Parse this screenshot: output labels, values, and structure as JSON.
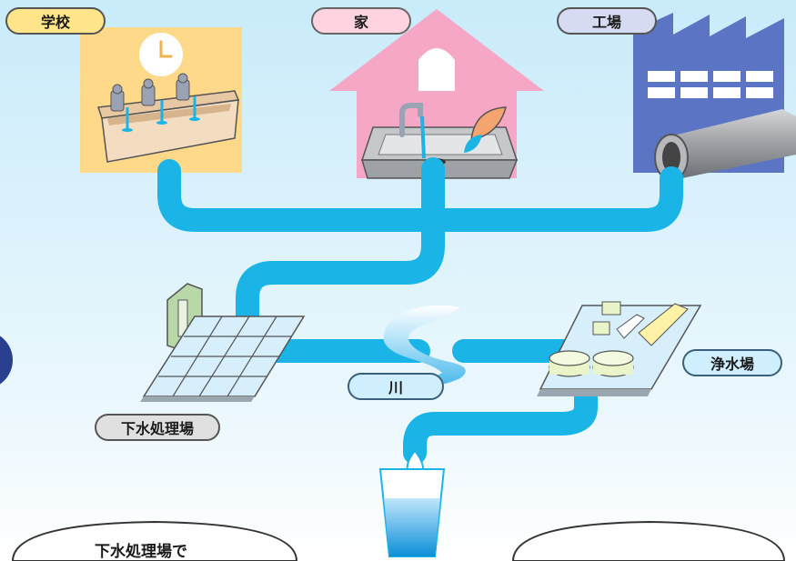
{
  "labels": {
    "school": "学校",
    "home": "家",
    "factory": "工場",
    "sewage_plant": "下水処理場",
    "river": "川",
    "water_plant": "浄水場"
  },
  "bubbles": {
    "left_text": "下水処理場で",
    "right_text": ""
  },
  "colors": {
    "background": "#d8f0fb",
    "pipe": "#1bb4e6",
    "school_bg": "#ffd98a",
    "home_bg": "#f7a7c6",
    "factory_bg": "#5b74c4"
  }
}
